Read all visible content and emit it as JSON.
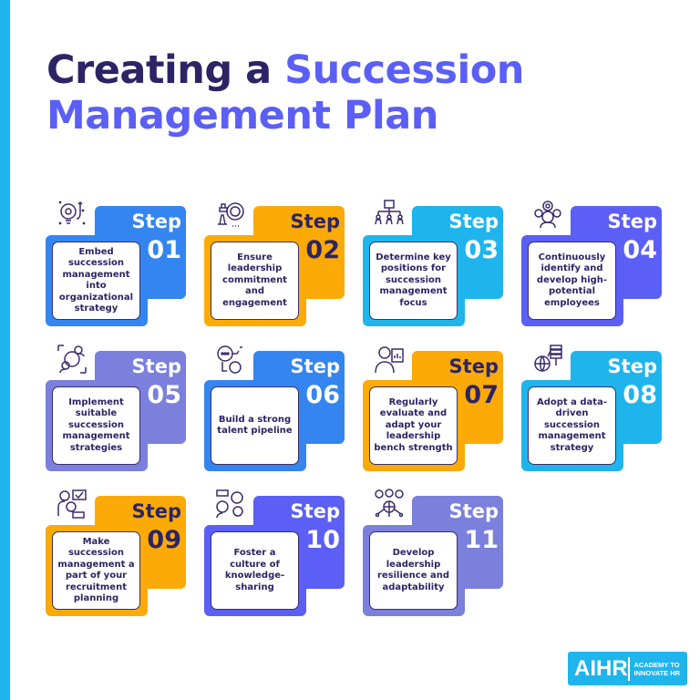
{
  "title": {
    "line1_dark": "Creating a ",
    "line1_accent": "Succession",
    "line2_accent": "Management Plan"
  },
  "colors": {
    "stripe": "#1fb5ec",
    "title_dark": "#2d2465",
    "title_accent": "#5b5ff5",
    "blue": "#3485f0",
    "orange": "#fbaa08",
    "cyan": "#1fb5ec",
    "violet": "#5b5ff5",
    "lavender": "#7a80db",
    "navy_text": "#2d2465"
  },
  "steps": [
    {
      "label": "Step",
      "number": "01",
      "text": "Embed succession management into organizational strategy",
      "icon": "lightbulb-gear-icon",
      "color": "blue"
    },
    {
      "label": "Step",
      "number": "02",
      "text": "Ensure leadership commitment and engagement",
      "icon": "lion-chess-icon",
      "color": "orange"
    },
    {
      "label": "Step",
      "number": "03",
      "text": "Determine key positions for succession management focus",
      "icon": "org-chart-icon",
      "color": "cyan"
    },
    {
      "label": "Step",
      "number": "04",
      "text": "Continuously identify and develop high-potential employees",
      "icon": "talent-gear-icon",
      "color": "violet"
    },
    {
      "label": "Step",
      "number": "05",
      "text": "Implement suitable succession management strategies",
      "icon": "people-strategy-icon",
      "color": "lavender"
    },
    {
      "label": "Step",
      "number": "06",
      "text": "Build a strong talent pipeline",
      "icon": "search-talent-icon",
      "color": "blue"
    },
    {
      "label": "Step",
      "number": "07",
      "text": "Regularly evaluate and adapt your leadership bench strength",
      "icon": "evaluation-icon",
      "color": "orange"
    },
    {
      "label": "Step",
      "number": "08",
      "text": "Adopt a data-driven succession management strategy",
      "icon": "data-globe-icon",
      "color": "cyan"
    },
    {
      "label": "Step",
      "number": "09",
      "text": "Make succession management a part of your recruitment planning",
      "icon": "recruitment-icon",
      "color": "orange"
    },
    {
      "label": "Step",
      "number": "10",
      "text": "Foster a culture of knowledge-sharing",
      "icon": "knowledge-sharing-icon",
      "color": "violet"
    },
    {
      "label": "Step",
      "number": "11",
      "text": "Develop leadership resilience and adaptability",
      "icon": "global-team-icon",
      "color": "lavender"
    }
  ],
  "logo": {
    "mark": "AIHR",
    "tagline_line1": "ACADEMY TO",
    "tagline_line2": "INNOVATE HR"
  }
}
